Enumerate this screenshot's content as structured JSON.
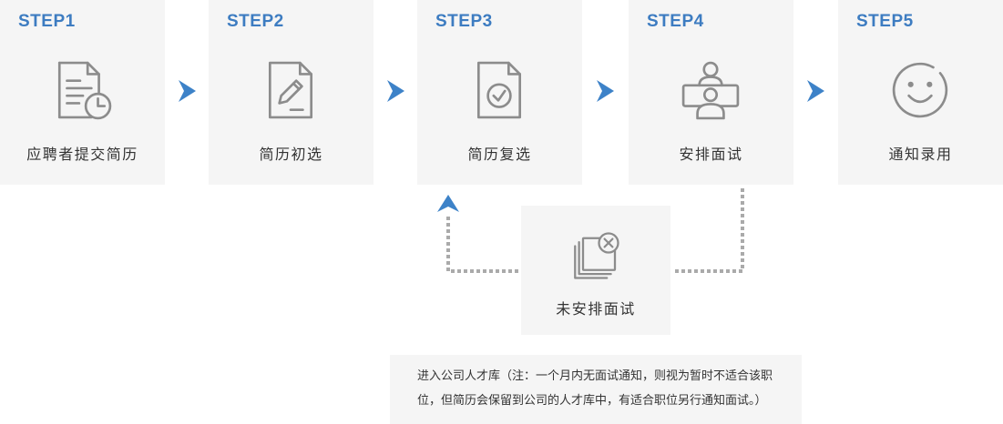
{
  "steps": [
    {
      "label": "STEP1",
      "name": "应聘者提交简历",
      "icon": "document-clock-icon"
    },
    {
      "label": "STEP2",
      "name": "简历初选",
      "icon": "document-edit-icon"
    },
    {
      "label": "STEP3",
      "name": "简历复选",
      "icon": "document-check-icon"
    },
    {
      "label": "STEP4",
      "name": "安排面试",
      "icon": "interview-icon"
    },
    {
      "label": "STEP5",
      "name": "通知录用",
      "icon": "smiley-face-icon"
    }
  ],
  "branch": {
    "name": "未安排面试",
    "icon": "document-stack-reject-icon"
  },
  "note": {
    "lines": [
      "进入公司人才库（注：一个月内无面试通知，则视为暂时不适合该职",
      "位，但简历会保留到公司的人才库中，有适合职位另行通知面试。）"
    ]
  },
  "colors": {
    "accent": "#3d7cc1",
    "arrow": "#3d82c8",
    "card_background": "#f5f5f5",
    "icon": "#8c8c8c",
    "connector": "#aaaaaa",
    "text": "#333333"
  }
}
